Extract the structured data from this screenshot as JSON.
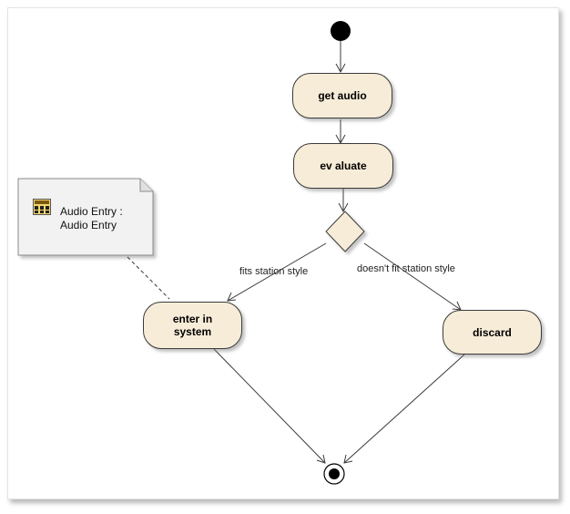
{
  "nodes": {
    "get_audio": "get audio",
    "evaluate": "ev aluate",
    "enter_system_line1": "enter in",
    "enter_system_line2": "system",
    "discard": "discard"
  },
  "edges": {
    "fits": "fits station style",
    "doesnt_fit": "doesn't fit station style"
  },
  "note": {
    "line1": "Audio Entry :",
    "line2": "Audio Entry"
  },
  "colors": {
    "node_fill": "#f7ecd8",
    "note_fill": "#f2f2f2",
    "line": "#3b3b3b"
  }
}
